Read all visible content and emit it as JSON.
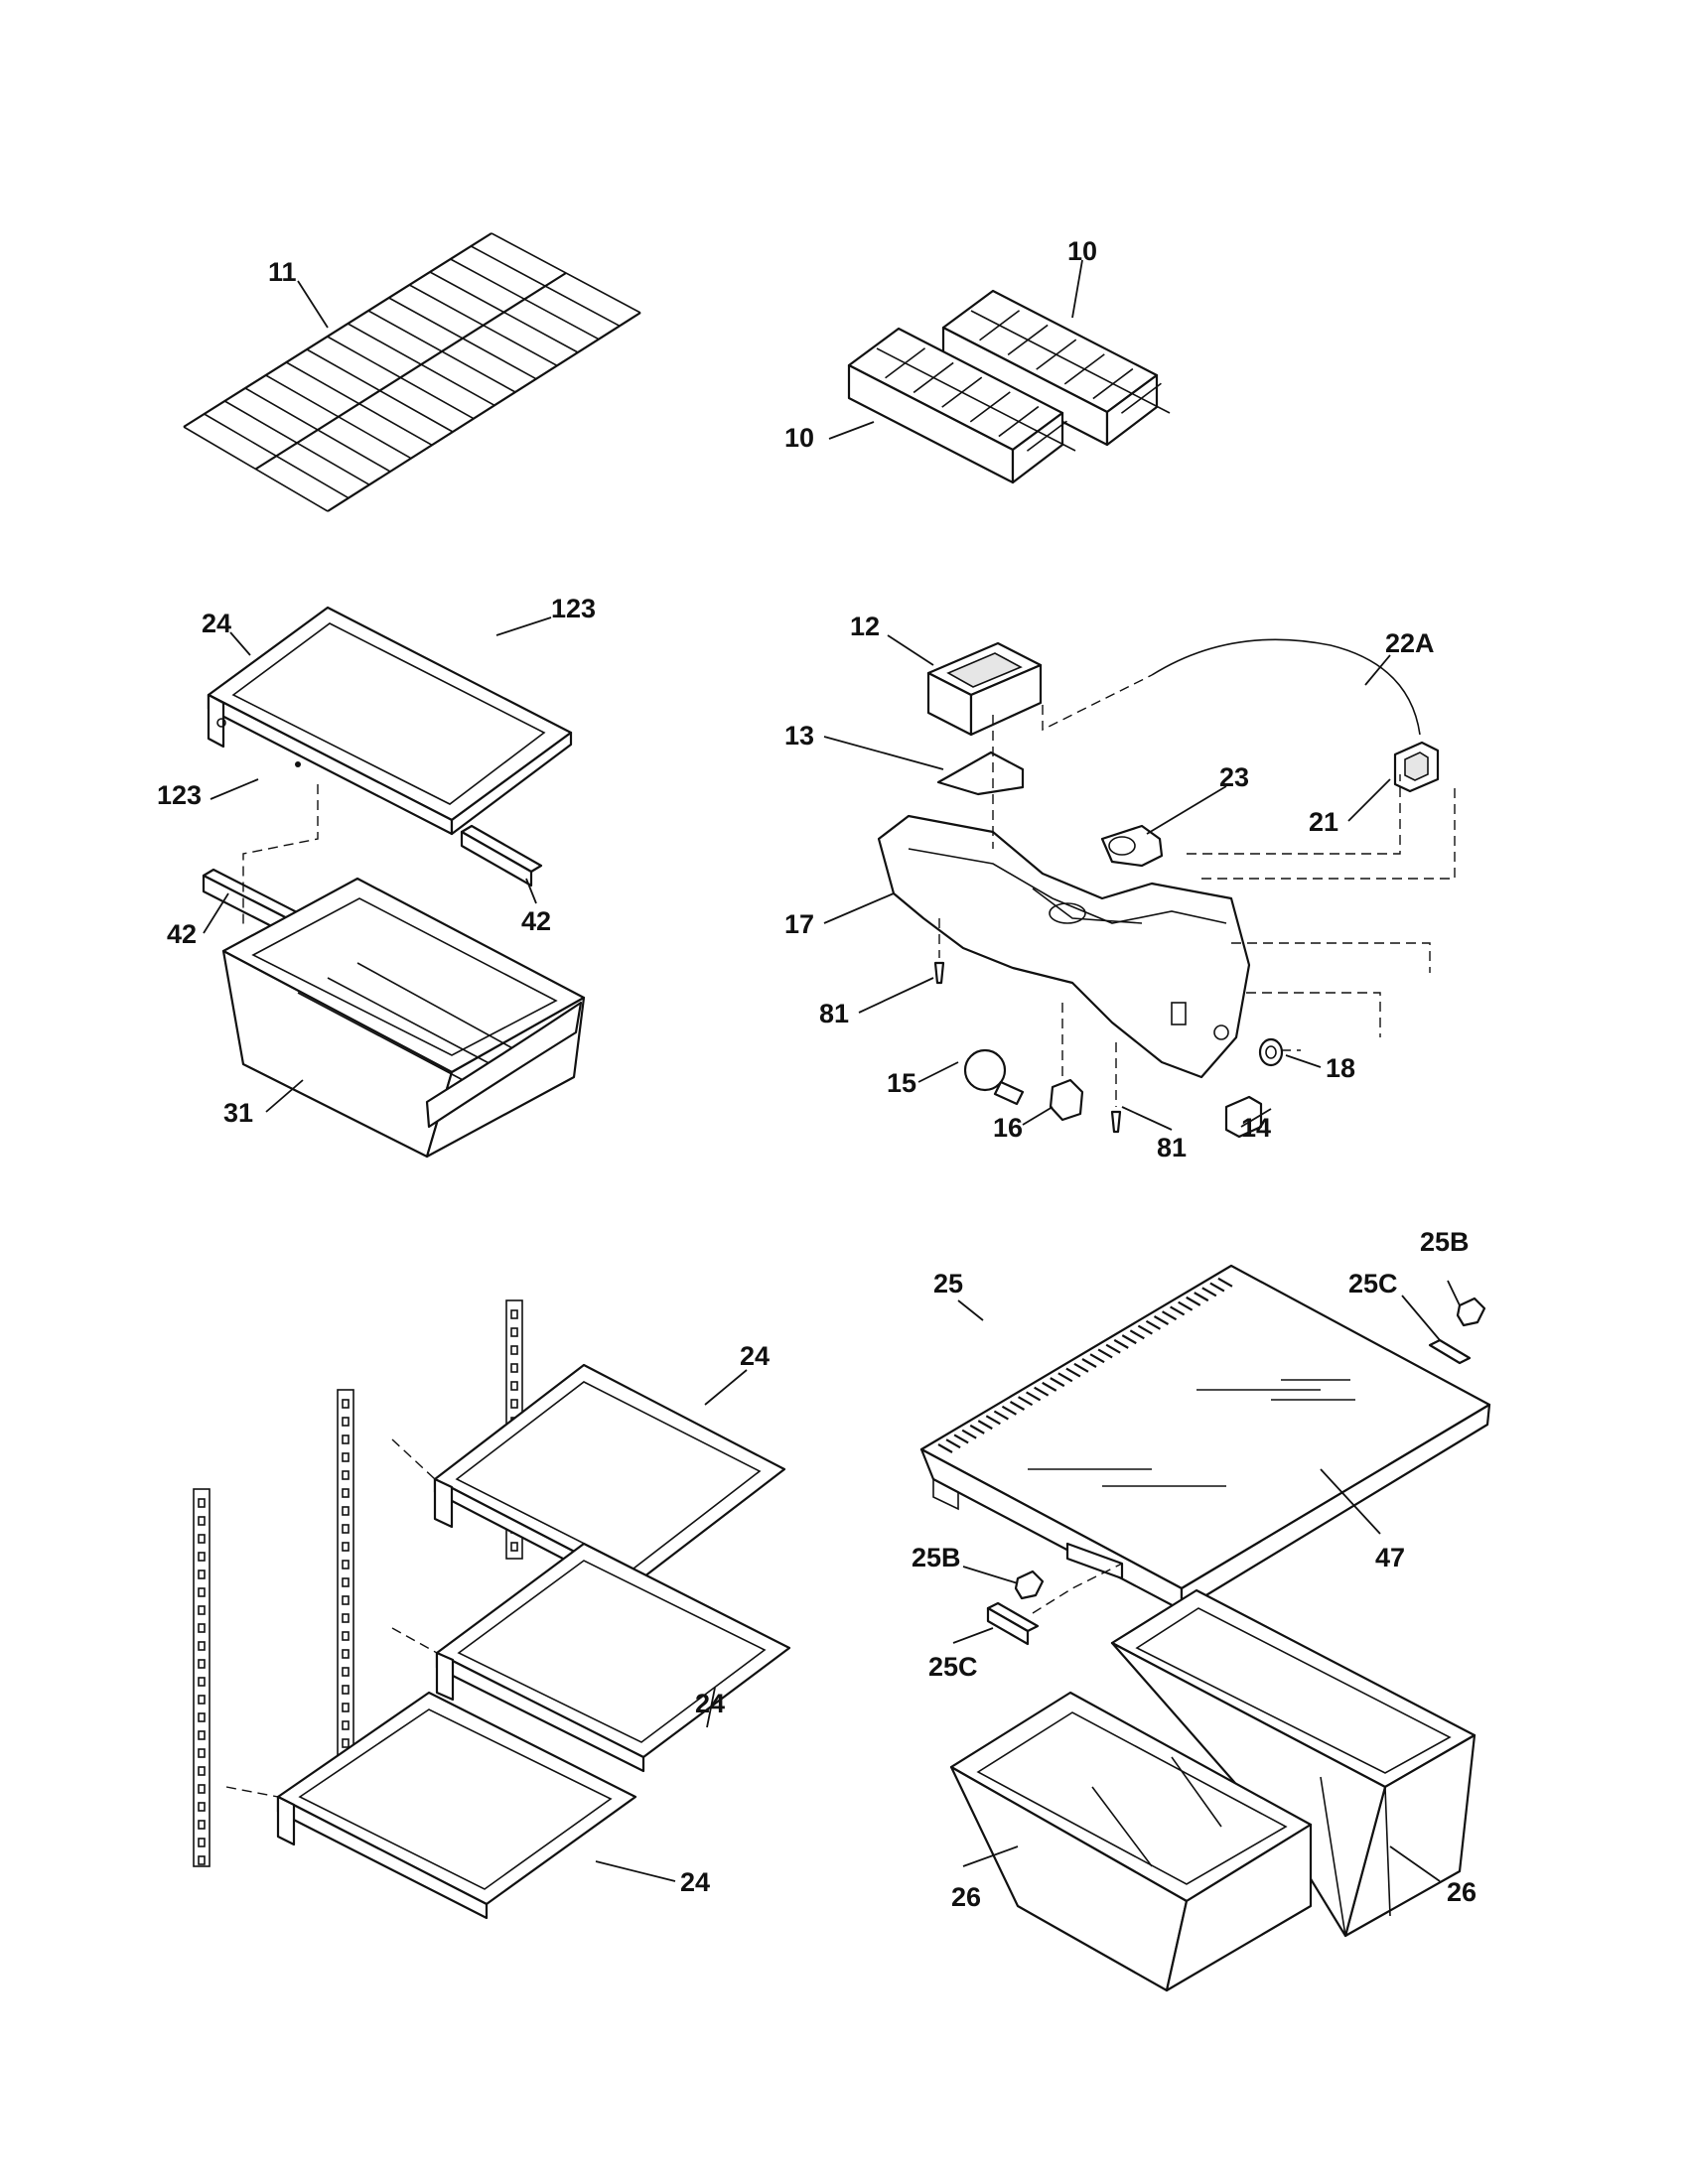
{
  "callouts": {
    "c10a": "10",
    "c10b": "10",
    "c11": "11",
    "c24_top": "24",
    "c123a": "123",
    "c123b": "123",
    "c42a": "42",
    "c42b": "42",
    "c31": "31",
    "c12": "12",
    "c13": "13",
    "c17": "17",
    "c22a": "22A",
    "c23": "23",
    "c21": "21",
    "c81a": "81",
    "c81b": "81",
    "c15": "15",
    "c16": "16",
    "c14": "14",
    "c18": "18",
    "c24a": "24",
    "c24b": "24",
    "c24c": "24",
    "c25": "25",
    "c25c_top": "25C",
    "c25b_top": "25B",
    "c47": "47",
    "c25b_low": "25B",
    "c25c_low": "25C",
    "c26a": "26",
    "c26b": "26"
  }
}
